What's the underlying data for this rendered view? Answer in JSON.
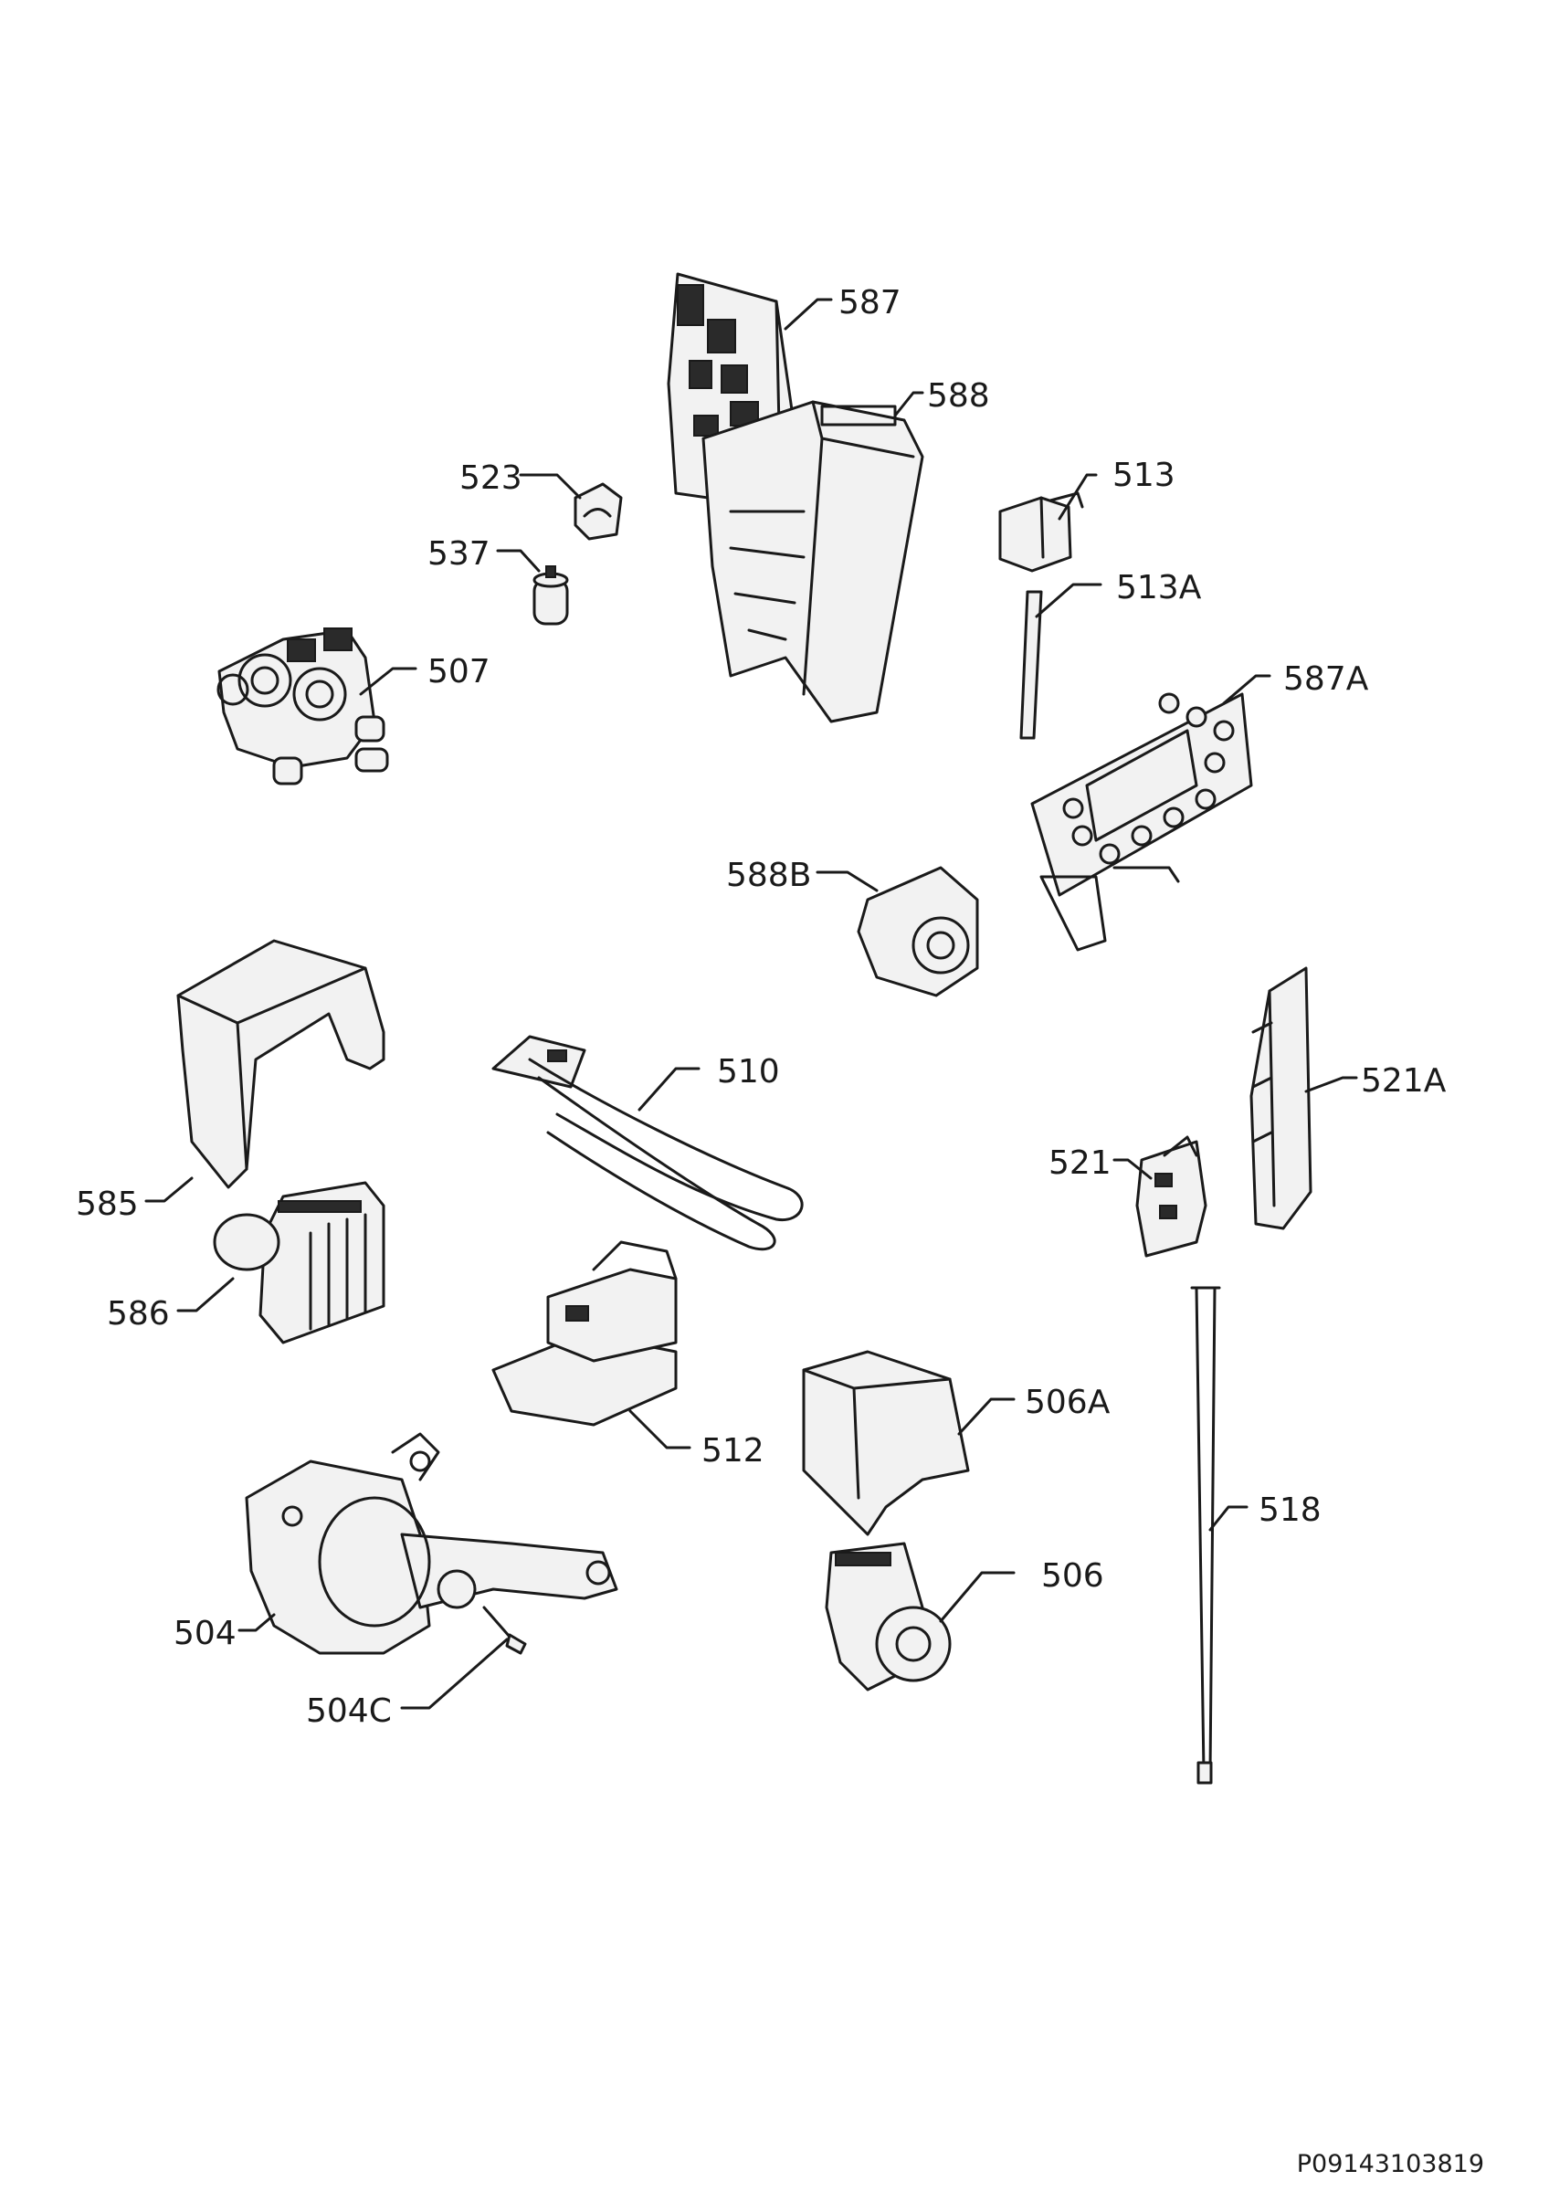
{
  "parts": [
    {
      "id": "p587",
      "label": "587"
    },
    {
      "id": "p588",
      "label": "588"
    },
    {
      "id": "p523",
      "label": "523"
    },
    {
      "id": "p537",
      "label": "537"
    },
    {
      "id": "p513",
      "label": "513"
    },
    {
      "id": "p513A",
      "label": "513A"
    },
    {
      "id": "p507",
      "label": "507"
    },
    {
      "id": "p587A",
      "label": "587A"
    },
    {
      "id": "p588B",
      "label": "588B"
    },
    {
      "id": "p510",
      "label": "510"
    },
    {
      "id": "p521A",
      "label": "521A"
    },
    {
      "id": "p521",
      "label": "521"
    },
    {
      "id": "p585",
      "label": "585"
    },
    {
      "id": "p586",
      "label": "586"
    },
    {
      "id": "p512",
      "label": "512"
    },
    {
      "id": "p506A",
      "label": "506A"
    },
    {
      "id": "p518",
      "label": "518"
    },
    {
      "id": "p506",
      "label": "506"
    },
    {
      "id": "p504",
      "label": "504"
    },
    {
      "id": "p504C",
      "label": "504C"
    }
  ],
  "drawing_code": "P09143103819"
}
